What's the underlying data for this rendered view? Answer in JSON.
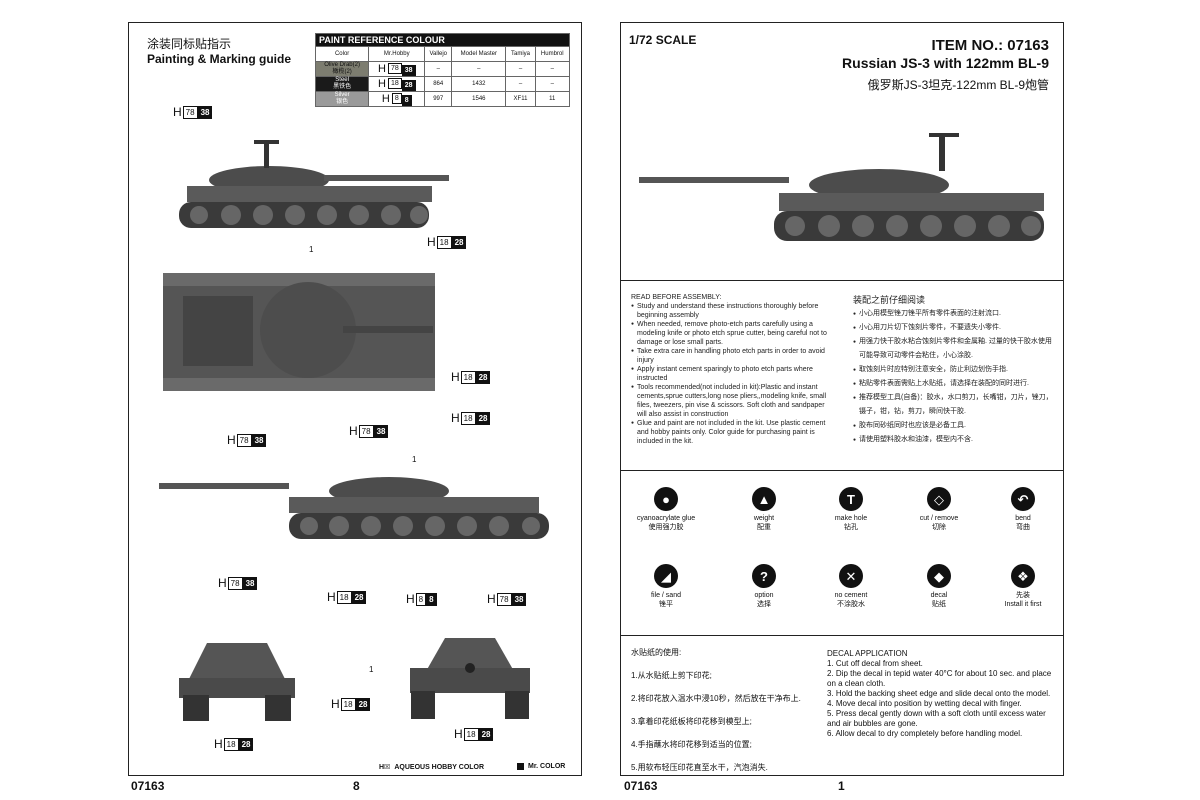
{
  "left": {
    "title_cn": "涂装同标贴指示",
    "title_en": "Painting & Marking guide",
    "table": {
      "title": "PAINT REFERENCE COLOUR",
      "headers": [
        "Color",
        "Mr.Hobby",
        "Vallejo",
        "Model Master",
        "Tamiya",
        "Humbrol"
      ],
      "rows": [
        {
          "color": "Olive Drab(2)",
          "color_cn": "橄榄(2)",
          "mrhobby_h": "78",
          "mrhobby_c": "38",
          "vallejo": "–",
          "model_master": "–",
          "tamiya": "–",
          "humbrol": "–"
        },
        {
          "color": "Steel",
          "color_cn": "黑铁色",
          "mrhobby_h": "18",
          "mrhobby_c": "28",
          "vallejo": "864",
          "model_master": "1432",
          "tamiya": "–",
          "humbrol": "–"
        },
        {
          "color": "Silver",
          "color_cn": "银色",
          "mrhobby_h": "8",
          "mrhobby_c": "8",
          "vallejo": "997",
          "model_master": "1546",
          "tamiya": "XF11",
          "humbrol": "11"
        }
      ]
    },
    "callouts": {
      "c1": {
        "h": "78",
        "c": "38"
      },
      "c2": {
        "h": "18",
        "c": "28"
      },
      "c3": {
        "h": "18",
        "c": "28"
      },
      "c4": {
        "h": "78",
        "c": "38"
      },
      "c5": {
        "h": "78",
        "c": "38"
      },
      "c6": {
        "h": "18",
        "c": "28"
      },
      "c7": {
        "h": "18",
        "c": "28"
      },
      "c8": {
        "h": "78",
        "c": "38"
      },
      "c9": {
        "h": "8",
        "c": "8"
      },
      "c10": {
        "h": "78",
        "c": "38"
      },
      "c11": {
        "h": "18",
        "c": "28"
      },
      "c12": {
        "h": "18",
        "c": "28"
      },
      "c13": {
        "h": "18",
        "c": "28"
      }
    },
    "num_1": "1",
    "legend_aqueous_code": "H☒",
    "legend_aqueous": "AQUEOUS HOBBY COLOR",
    "legend_mrcolor": "Mr. COLOR",
    "footer_code": "07163",
    "footer_page": "8"
  },
  "right": {
    "scale": "1/72 SCALE",
    "item": "ITEM NO.: 07163",
    "name": "Russian JS-3 with 122mm BL-9",
    "name_cn": "俄罗斯JS-3坦克-122mm BL-9炮管",
    "read_title": "READ BEFORE ASSEMBLY:",
    "read_items": [
      "Study and understand these instructions thoroughly before beginning assembly",
      "When needed, remove photo-etch parts carefully using a modeling knife or photo etch sprue cutter, being careful not to damage or lose small parts.",
      "Take extra care in handling photo etch parts in order to avoid injury",
      "Apply instant cement sparingly to photo etch parts where instructed",
      "Tools recommended(not included in kit):Plastic and instant cements,sprue cutters,long nose pliers,,modeling knife, small files, tweezers, pin vise & scissors. Soft cloth and sandpaper will also assist in construction",
      "Glue and paint are not included in the kit. Use plastic cement and hobby paints only. Color guide for purchasing paint is included in the kit."
    ],
    "read_title_cn": "装配之前仔细阅读",
    "read_items_cn": [
      "小心用模型锉刀锉平所有零件表面的注射流口.",
      "小心用刀片切下蚀刻片零件，不要遗失小零件.",
      "用强力快干胶水粘合蚀刻片零件和金属釉. 过量的快干胶水使用可能导致可动零件会粘住，小心涂胶.",
      "取蚀刻片时应特别注意安全，防止利边划伤手指.",
      "粘贴零件表面需贴上水贴纸，请选择在装配的同时进行.",
      "推荐模型工具(自备)：胶水，水口剪刀，长嘴钳，刀片，锉刀，镊子，钳，钻，剪刀，瞬间快干胶.",
      "胶布同砂纸同时也应该是必备工具.",
      "请使用塑料胶水和油漆，模型内不含."
    ],
    "icons": [
      {
        "icon": "glue-drop-icon",
        "glyph": "●",
        "label": "cyanoacrylate glue",
        "label_cn": "使用强力胶"
      },
      {
        "icon": "weight-icon",
        "glyph": "▲",
        "label": "weight",
        "label_cn": "配重"
      },
      {
        "icon": "drill-icon",
        "glyph": "T",
        "label": "make hole",
        "label_cn": "钻孔"
      },
      {
        "icon": "cut-icon",
        "glyph": "◇",
        "label": "cut / remove",
        "label_cn": "切除"
      },
      {
        "icon": "bend-icon",
        "glyph": "↶",
        "label": "bend",
        "label_cn": "弯曲"
      },
      {
        "icon": "file-icon",
        "glyph": "◢",
        "label": "file / sand",
        "label_cn": "锉平"
      },
      {
        "icon": "option-icon",
        "glyph": "?",
        "label": "option",
        "label_cn": "选择"
      },
      {
        "icon": "no-cement-icon",
        "glyph": "✕",
        "label": "no cement",
        "label_cn": "不涂胶水"
      },
      {
        "icon": "decal-icon",
        "glyph": "◆",
        "label": "decal",
        "label_cn": "贴纸"
      },
      {
        "icon": "install-first-icon",
        "glyph": "❖",
        "label": "先装",
        "label_cn": "Install it first"
      }
    ],
    "decal_cn_title": "水贴纸的使用:",
    "decal_cn": [
      "1.从水贴纸上剪下印花;",
      "2.将印花放入温水中浸10秒，然后放在干净布上.",
      "3.拿着印花纸板将印花移到模型上;",
      "4.手指蘸水将印花移到适当的位置;",
      "5.用软布轻压印花直至水干，汽泡消失."
    ],
    "decal_en_title": "DECAL APPLICATION",
    "decal_en": [
      "1. Cut off decal from sheet.",
      "2. Dip the decal in tepid water 40°C for about 10 sec. and place on a clean cloth.",
      "3. Hold the backing sheet edge and slide decal onto the model.",
      "4. Move decal into position by wetting decal with finger.",
      "5. Press decal gently down with a soft cloth until excess water and air bubbles are gone.",
      "6. Allow decal to dry completely before handling model."
    ],
    "footer_code": "07163",
    "footer_page": "1"
  }
}
